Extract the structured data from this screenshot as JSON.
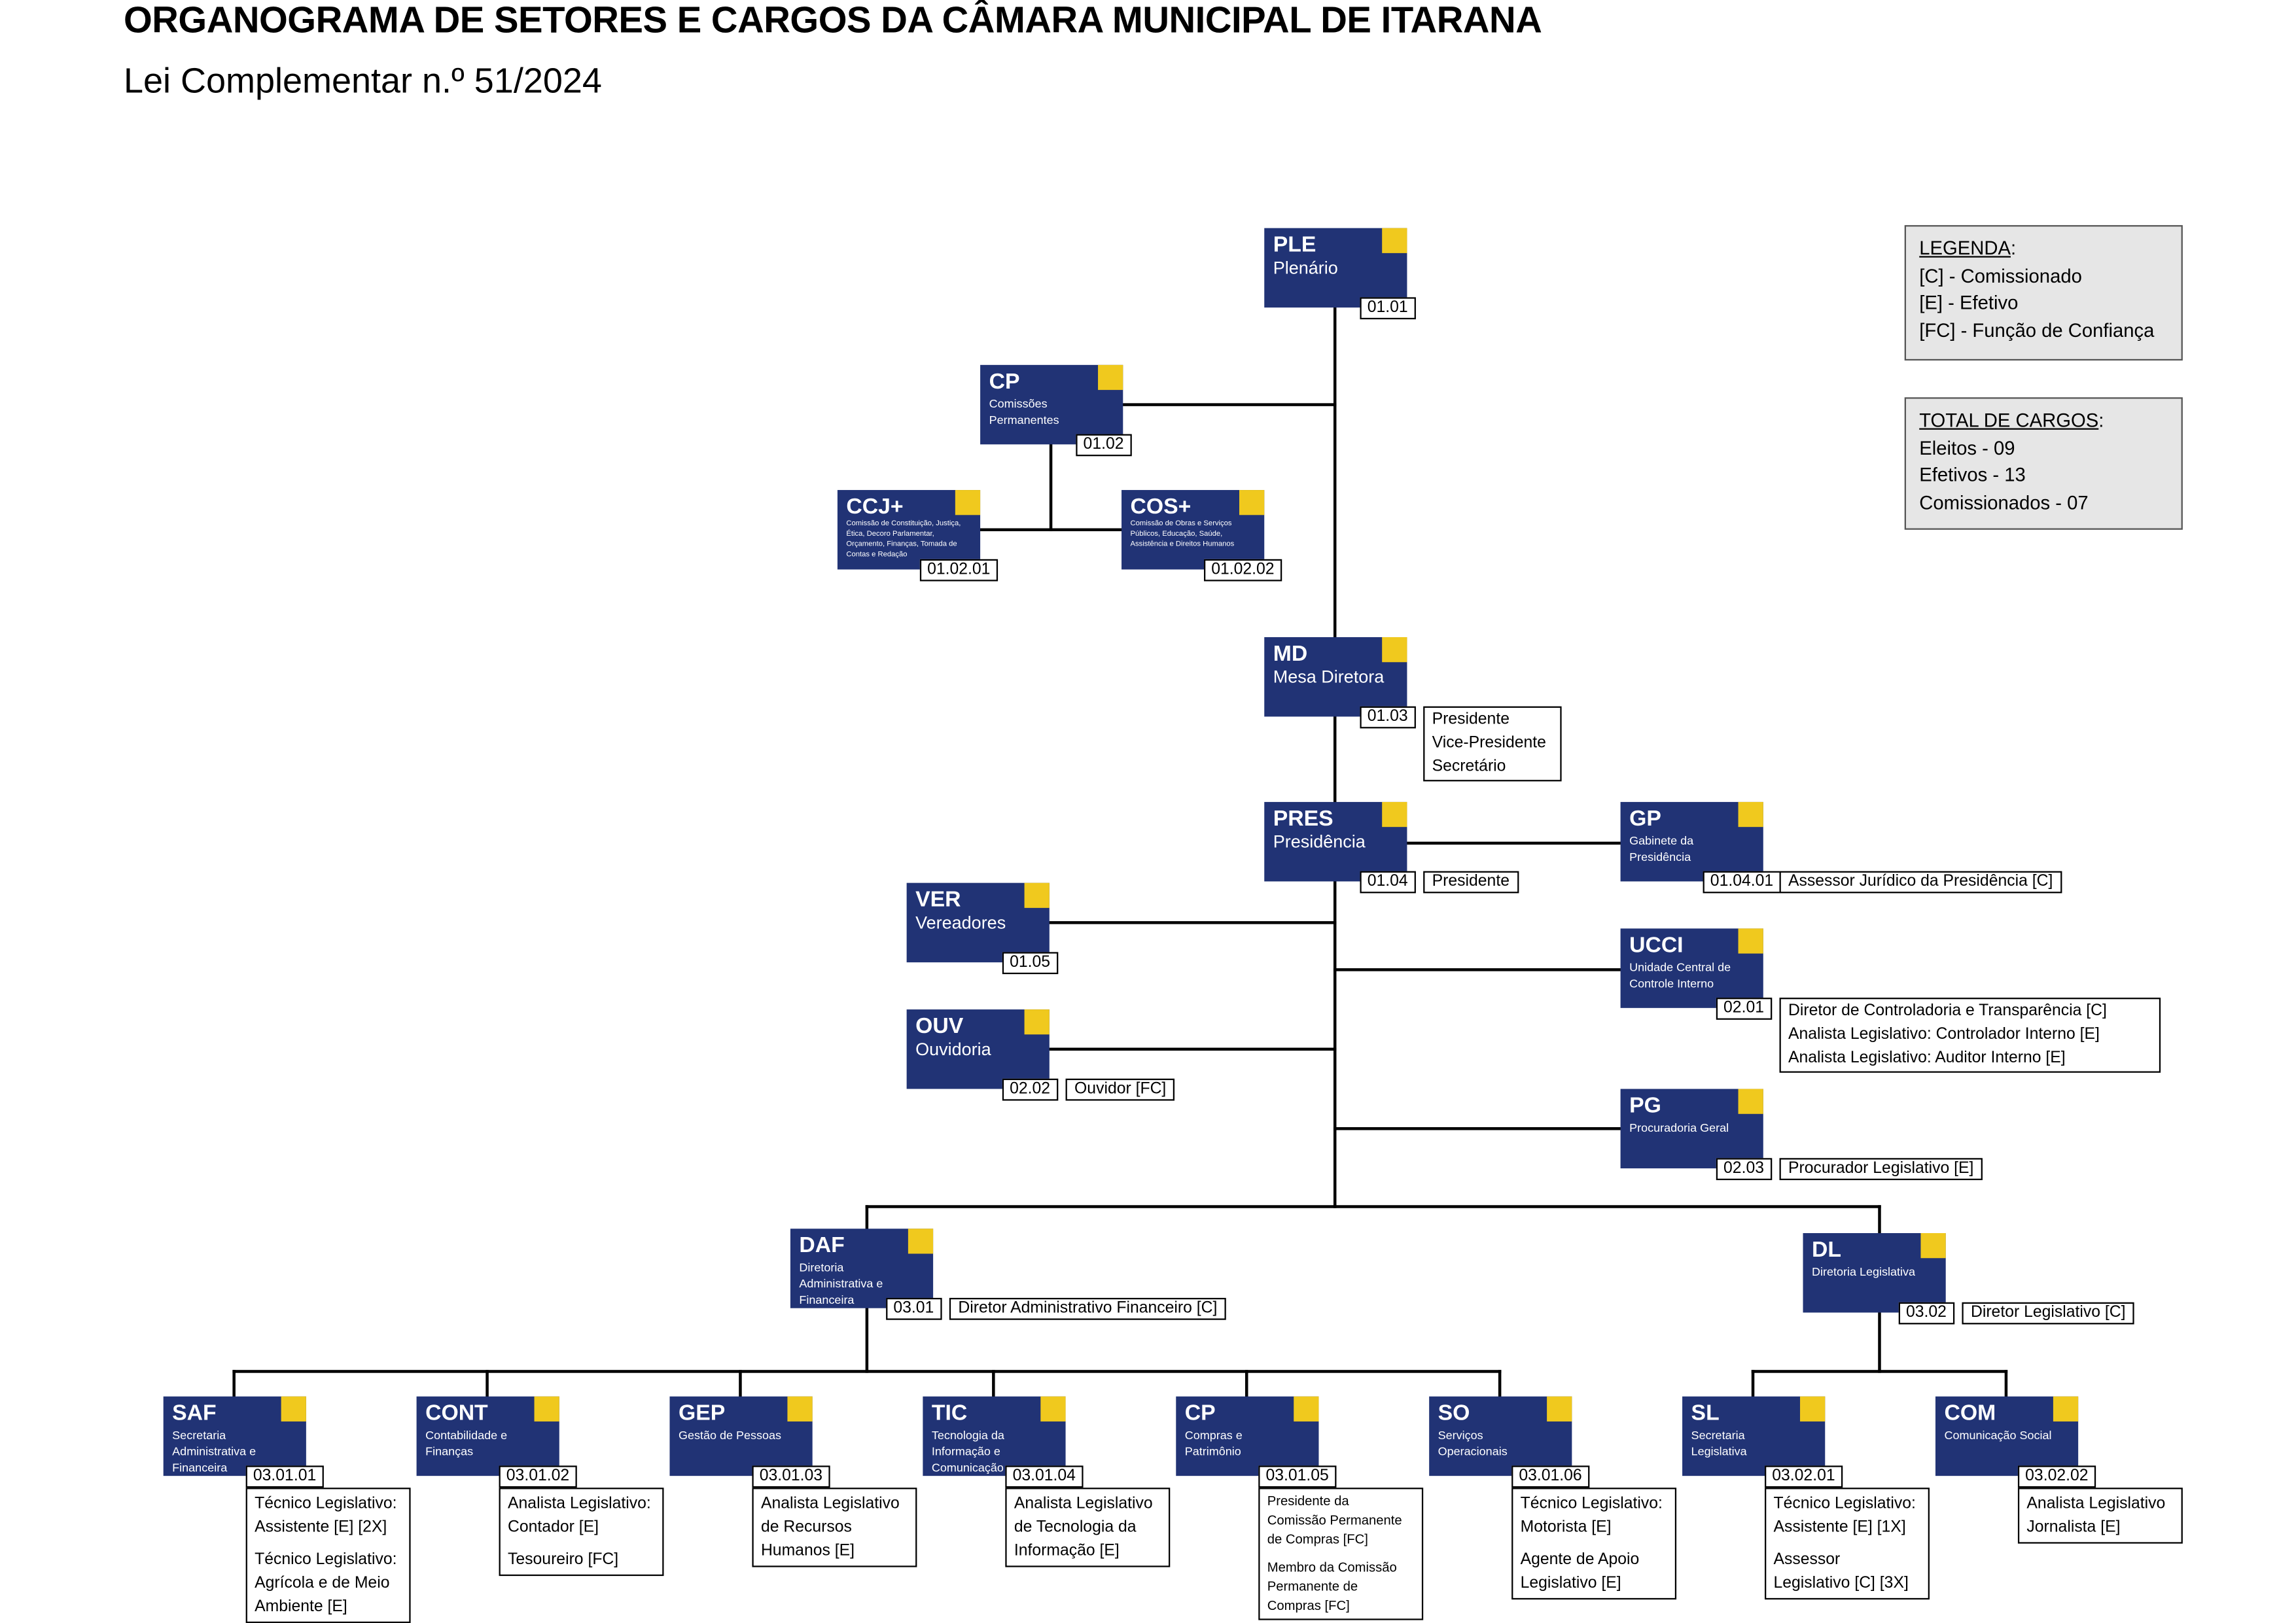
{
  "header": {
    "title": "ORGANOGRAMA DE SETORES E CARGOS DA CÂMARA MUNICIPAL DE ITARANA",
    "subtitle": "Lei Complementar n.º 51/2024"
  },
  "legend": {
    "heading": "LEGENDA",
    "items": [
      "[C] - Comissionado",
      "[E] - Efetivo",
      "[FC] - Função de Confiança"
    ]
  },
  "totals": {
    "heading": "TOTAL DE CARGOS",
    "items": [
      "Eleitos - 09",
      "Efetivos - 13",
      "Comissionados - 07"
    ]
  },
  "colors": {
    "box": "#213375",
    "accent": "#f0c91e"
  },
  "nodes": [
    {
      "abbr": "PLE",
      "name": "Plenário",
      "code": "01.01",
      "roles": []
    },
    {
      "abbr": "CP",
      "name": "Comissões Permanentes",
      "code": "01.02",
      "roles": []
    },
    {
      "abbr": "CCJ+",
      "name": "Comissão de Constituição, Justiça, Ética, Decoro Parlamentar, Orçamento, Finanças, Tomada de Contas e Redação",
      "code": "01.02.01",
      "roles": []
    },
    {
      "abbr": "COS+",
      "name": "Comissão de Obras e Serviços Públicos, Educação, Saúde, Assistência e Direitos Humanos",
      "code": "01.02.02",
      "roles": []
    },
    {
      "abbr": "MD",
      "name": "Mesa Diretora",
      "code": "01.03",
      "roles": [
        "Presidente",
        "Vice-Presidente",
        "Secretário"
      ]
    },
    {
      "abbr": "PRES",
      "name": "Presidência",
      "code": "01.04",
      "roles": [
        "Presidente"
      ]
    },
    {
      "abbr": "GP",
      "name": "Gabinete da Presidência",
      "code": "01.04.01",
      "roles": [
        "Assessor Jurídico da Presidência [C]"
      ]
    },
    {
      "abbr": "VER",
      "name": "Vereadores",
      "code": "01.05",
      "roles": []
    },
    {
      "abbr": "UCCI",
      "name": "Unidade Central de Controle Interno",
      "code": "02.01",
      "roles": [
        "Diretor de Controladoria e Transparência [C]",
        "Analista Legislativo: Controlador Interno [E]",
        "Analista Legislativo: Auditor Interno [E]"
      ]
    },
    {
      "abbr": "OUV",
      "name": "Ouvidoria",
      "code": "02.02",
      "roles": [
        "Ouvidor [FC]"
      ]
    },
    {
      "abbr": "PG",
      "name": "Procuradoria Geral",
      "code": "02.03",
      "roles": [
        "Procurador Legislativo [E]"
      ]
    },
    {
      "abbr": "DAF",
      "name": "Diretoria Administrativa e Financeira",
      "code": "03.01",
      "roles": [
        "Diretor Administrativo Financeiro [C]"
      ]
    },
    {
      "abbr": "DL",
      "name": "Diretoria Legislativa",
      "code": "03.02",
      "roles": [
        "Diretor Legislativo [C]"
      ]
    },
    {
      "abbr": "SAF",
      "name": "Secretaria Administrativa e Financeira",
      "code": "03.01.01",
      "roles": [
        "Técnico Legislativo:",
        "Assistente [E] [2X]",
        "",
        "Técnico Legislativo:",
        "Agrícola e de Meio",
        "Ambiente [E]"
      ]
    },
    {
      "abbr": "CONT",
      "name": "Contabilidade e Finanças",
      "code": "03.01.02",
      "roles": [
        "Analista Legislativo:",
        "Contador [E]",
        "",
        "Tesoureiro [FC]"
      ]
    },
    {
      "abbr": "GEP",
      "name": "Gestão de Pessoas",
      "code": "03.01.03",
      "roles": [
        "Analista Legislativo",
        "de Recursos",
        "Humanos [E]"
      ]
    },
    {
      "abbr": "TIC",
      "name": "Tecnologia da Informação e Comunicação",
      "code": "03.01.04",
      "roles": [
        "Analista Legislativo",
        "de Tecnologia da",
        "Informação [E]"
      ]
    },
    {
      "abbr": "CP",
      "name": "Compras e Patrimônio",
      "code": "03.01.05",
      "roles": [
        "Presidente da",
        "Comissão Permanente",
        "de Compras [FC]",
        "",
        "Membro da Comissão",
        "Permanente de",
        "Compras [FC]"
      ]
    },
    {
      "abbr": "SO",
      "name": "Serviços Operacionais",
      "code": "03.01.06",
      "roles": [
        "Técnico Legislativo:",
        "Motorista [E]",
        "",
        "Agente de Apoio",
        "Legislativo [E]"
      ]
    },
    {
      "abbr": "SL",
      "name": "Secretaria Legislativa",
      "code": "03.02.01",
      "roles": [
        "Técnico Legislativo:",
        "Assistente [E] [1X]",
        "",
        "Assessor",
        "Legislativo [C] [3X]"
      ]
    },
    {
      "abbr": "COM",
      "name": "Comunicação Social",
      "code": "03.02.02",
      "roles": [
        "Analista Legislativo",
        "Jornalista [E]"
      ]
    }
  ]
}
